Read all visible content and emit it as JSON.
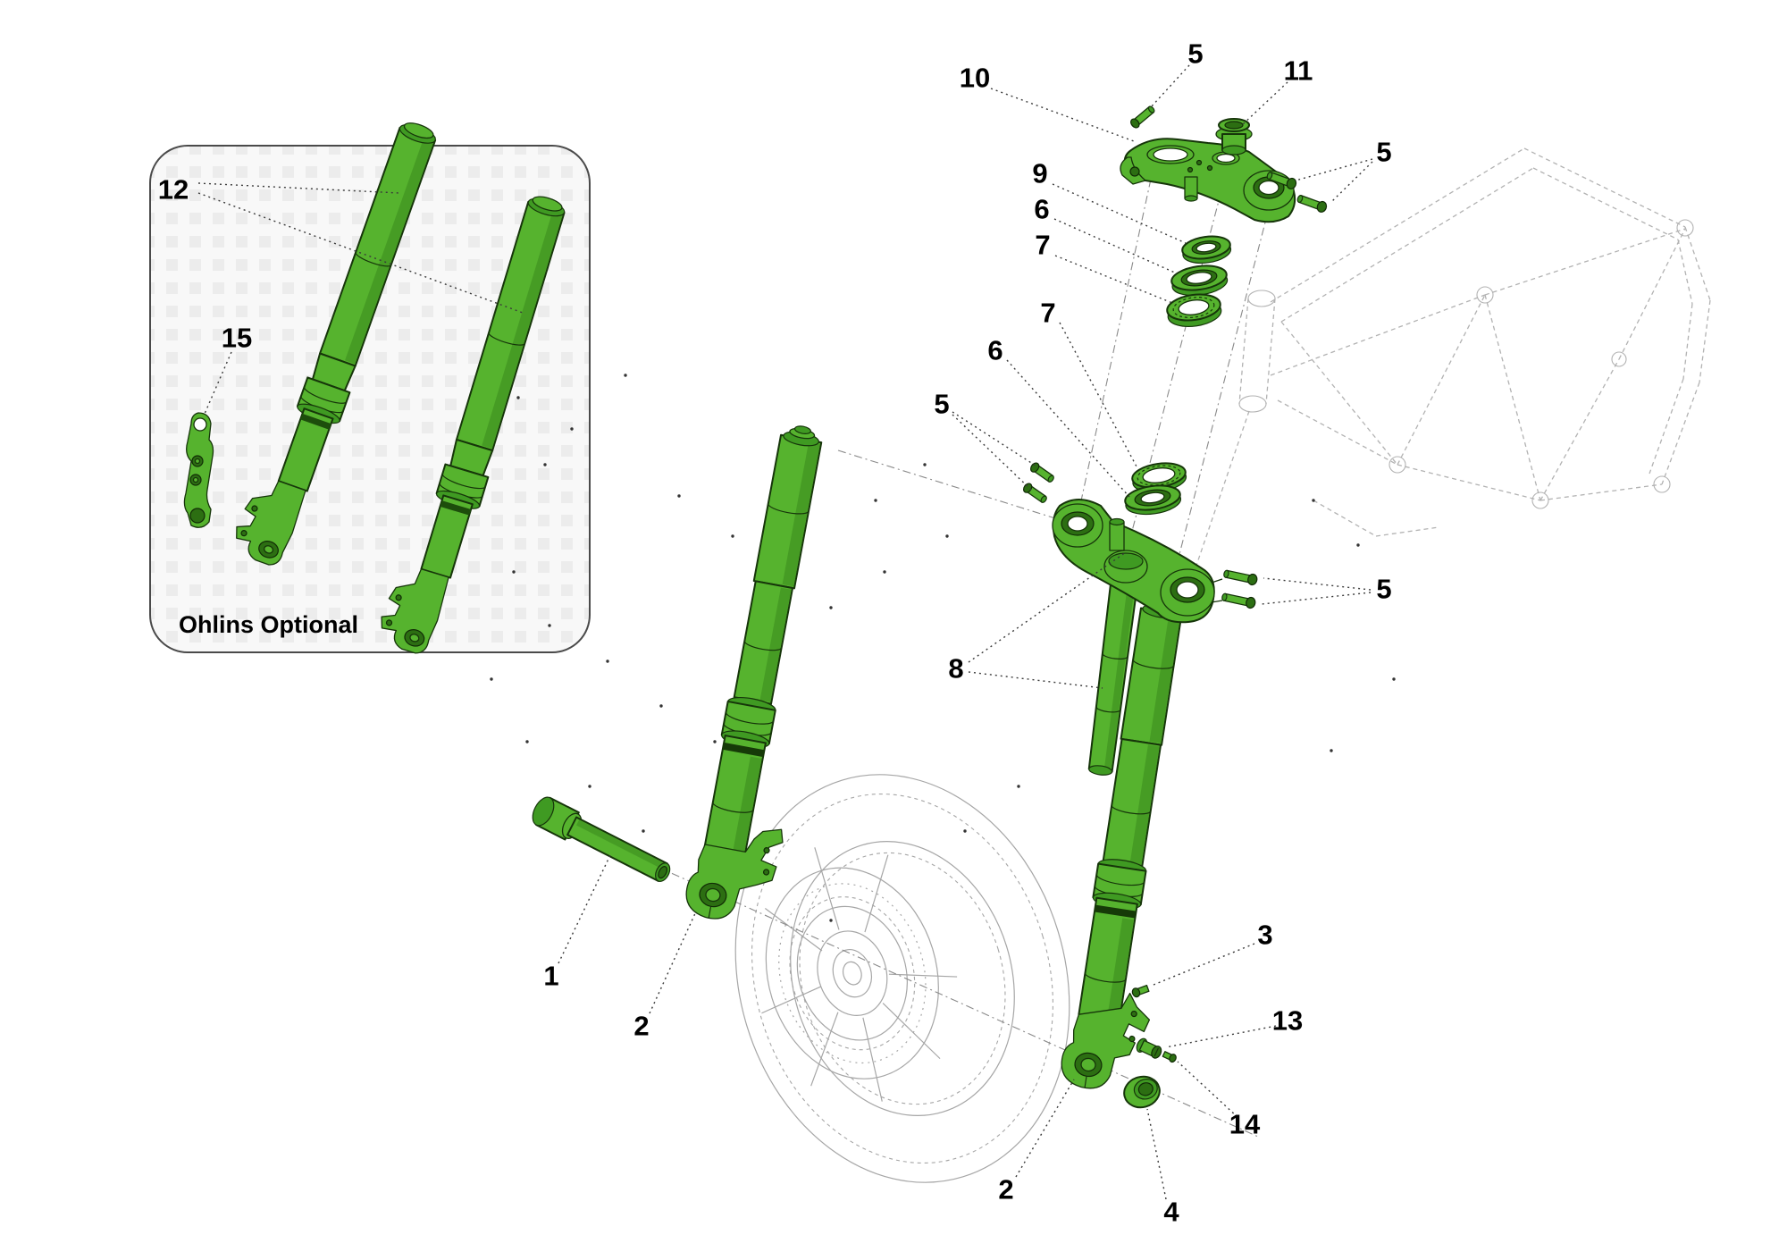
{
  "diagram": {
    "type": "exploded-parts-diagram",
    "subject": "Front fork and steering assembly",
    "part_color": "#56b32e"
  },
  "inset": {
    "caption": "Ohlins Optional",
    "callouts": [
      {
        "part": "ohlins-fork-legs",
        "label": "12"
      },
      {
        "part": "fork-bottom-bracket",
        "label": "15"
      }
    ]
  },
  "callouts": [
    {
      "part": "front-wheel-axle",
      "label": "1"
    },
    {
      "part": "fork-leg-left",
      "label": "2"
    },
    {
      "part": "fork-leg-right",
      "label": "2"
    },
    {
      "part": "screw",
      "label": "3"
    },
    {
      "part": "axle-cap",
      "label": "4"
    },
    {
      "part": "pinch-bolt-top",
      "label": "5"
    },
    {
      "part": "pinch-bolts-top-right",
      "label": "5"
    },
    {
      "part": "pinch-bolts-lower-left",
      "label": "5"
    },
    {
      "part": "pinch-bolts-lower-right",
      "label": "5"
    },
    {
      "part": "upper-seal",
      "label": "6"
    },
    {
      "part": "upper-bearing",
      "label": "7"
    },
    {
      "part": "lower-bearing",
      "label": "7"
    },
    {
      "part": "lower-seal",
      "label": "6"
    },
    {
      "part": "steering-stem-assembly",
      "label": "8"
    },
    {
      "part": "washer",
      "label": "9"
    },
    {
      "part": "top-yoke",
      "label": "10"
    },
    {
      "part": "steering-head-nut",
      "label": "11"
    },
    {
      "part": "quick-release-fastener",
      "label": "13"
    },
    {
      "part": "screw-short",
      "label": "14"
    }
  ]
}
